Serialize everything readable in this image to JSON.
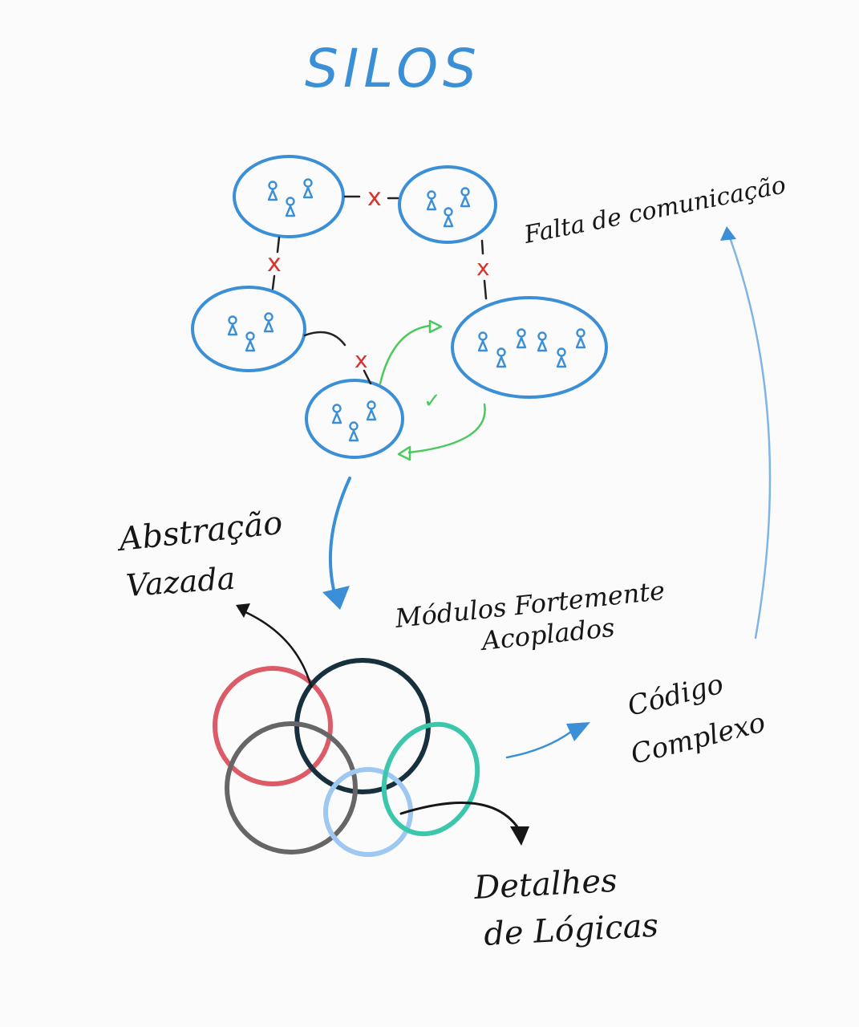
{
  "title": "SILOS",
  "labels": {
    "falta_comunicacao": "Falta de comunicação",
    "abstracao_line1": "Abstração",
    "abstracao_line2": "Vazada",
    "modulos_line1": "Módulos Fortemente",
    "modulos_line2": "Acoplados",
    "codigo_line1": "Código",
    "codigo_line2": "Complexo",
    "detalhes_line1": "Detalhes",
    "detalhes_line2": "de Lógicas"
  },
  "marks": {
    "blocked": "x",
    "ok": "✓"
  },
  "icons": {
    "person": "person-icon",
    "arrow": "arrow-head-icon"
  },
  "colors": {
    "silo_blue": "#3b8fd6",
    "blocked_red": "#d9322c",
    "ok_green": "#4cc95e",
    "ring_red": "#dc5b66",
    "ring_navy": "#16303d",
    "ring_gray": "#666666",
    "ring_lightblue": "#9cc8f1",
    "ring_teal": "#3cc7ad",
    "ink": "#161616"
  }
}
